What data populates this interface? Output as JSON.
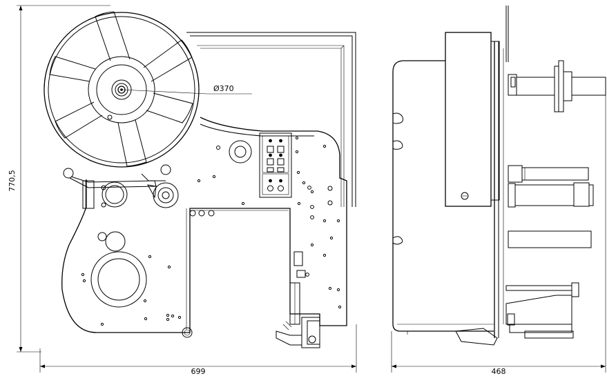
{
  "dimensions": {
    "height_left": "770,5",
    "width_front": "699",
    "width_side": "468",
    "reel_diameter": "Ø370"
  },
  "colors": {
    "line": "#000000",
    "background": "#ffffff"
  }
}
